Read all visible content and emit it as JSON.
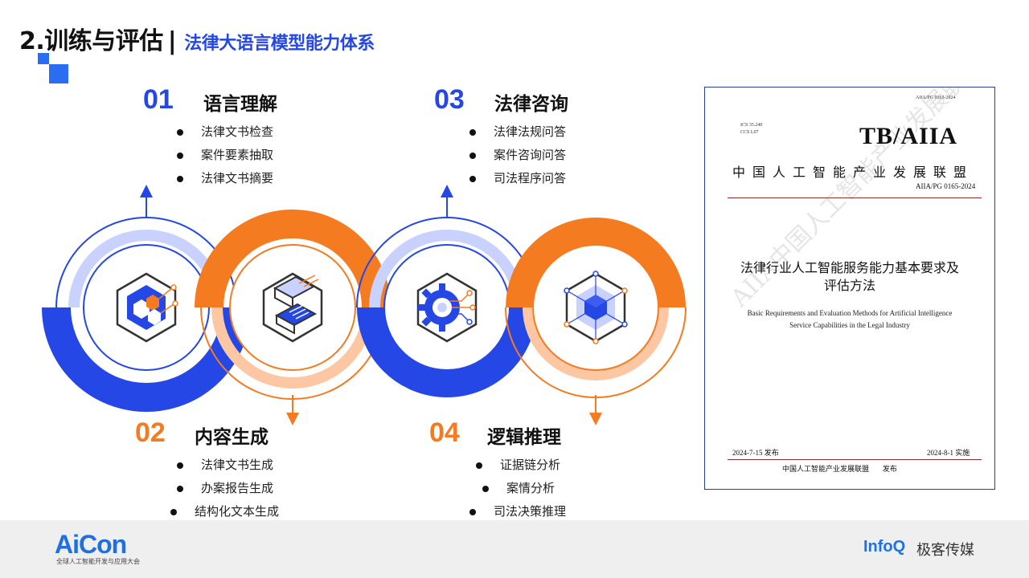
{
  "header": {
    "title": "2.训练与评估",
    "separator": "|",
    "subtitle": "法律大语言模型能力体系"
  },
  "colors": {
    "blue": "#2447e6",
    "blue_light": "#c9d2ff",
    "orange": "#f47b20",
    "orange_light": "#fcc7a2"
  },
  "sections": [
    {
      "num": "01",
      "title": "语言理解",
      "items": [
        "法律文书检查",
        "案件要素抽取",
        "法律文书摘要"
      ],
      "icon": "hexagon-cubes-icon"
    },
    {
      "num": "02",
      "title": "内容生成",
      "items": [
        "法律文书生成",
        "办案报告生成",
        "结构化文本生成"
      ],
      "icon": "document-layers-icon"
    },
    {
      "num": "03",
      "title": "法律咨询",
      "items": [
        "法律法规问答",
        "案件咨询问答",
        "司法程序问答"
      ],
      "icon": "gear-circuit-icon"
    },
    {
      "num": "04",
      "title": "逻辑推理",
      "items": [
        "证据链分析",
        "案情分析",
        "司法决策推理"
      ],
      "icon": "cube-network-icon"
    }
  ],
  "document": {
    "code_top": "AIIA/PG 0165-2024",
    "ics": "ICS 35.240",
    "ccs": "CCS L07",
    "standard": "TB/AIIA",
    "org": "中国人工智能产业发展联盟",
    "code": "AIIA/PG 0165-2024",
    "title_line1": "法律行业人工智能服务能力基本要求及",
    "title_line2": "评估方法",
    "en_line1": "Basic Requirements and Evaluation Methods for Artificial Intelligence",
    "en_line2": "Service Capabilities in the Legal Industry",
    "watermark": "AIIA中国人工智能产业发展联盟",
    "publish_date": "2024-7-15 发布",
    "effective_date": "2024-8-1 实施",
    "footer_org": "中国人工智能产业发展联盟",
    "footer_action": "发布"
  },
  "footer": {
    "aicon": "AiCon",
    "aicon_sub": "全球人工智能开发与应用大会",
    "infoq": "InfoQ",
    "geek": "极客传媒"
  }
}
